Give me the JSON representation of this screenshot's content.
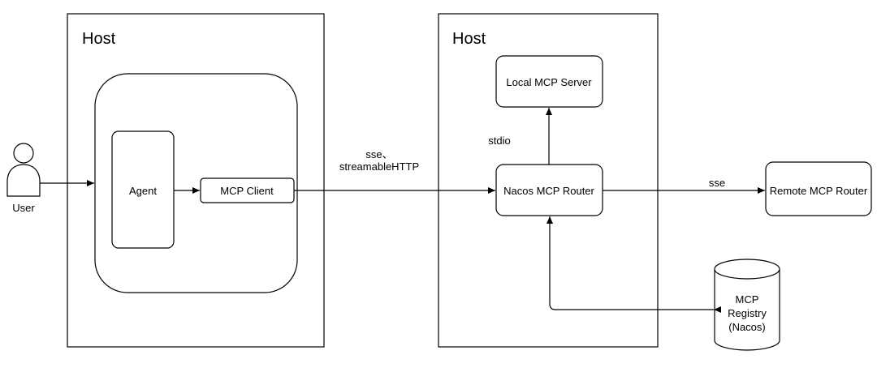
{
  "hosts": [
    {
      "title": "Host"
    },
    {
      "title": "Host"
    }
  ],
  "user": {
    "label": "User"
  },
  "nodes": {
    "agent": "Agent",
    "mcp_client": "MCP Client",
    "local_mcp_server": "Local MCP Server",
    "nacos_mcp_router": "Nacos MCP Router",
    "remote_mcp_router": "Remote MCP Router",
    "registry": {
      "line1": "MCP",
      "line2": "Registry",
      "line3": "(Nacos)"
    }
  },
  "edges": {
    "client_to_router_line1": "sse、",
    "client_to_router_line2": "streamableHTTP",
    "router_to_local": "stdio",
    "router_to_remote": "sse"
  }
}
